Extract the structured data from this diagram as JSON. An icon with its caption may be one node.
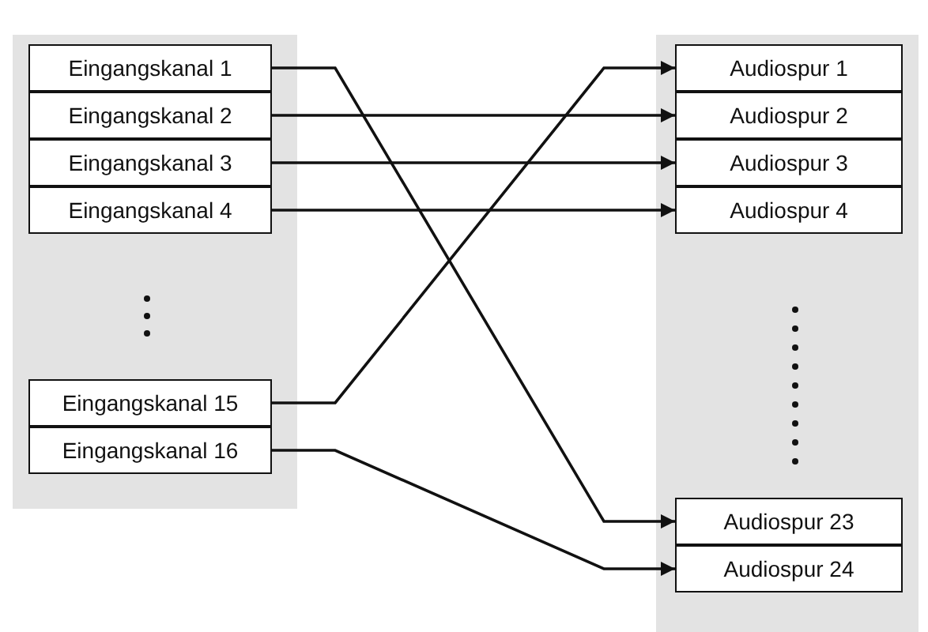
{
  "diagram": {
    "nodes": [
      {
        "text": [],
        "shape": "box"
      },
      {
        "text": [
          "Eingangskanal 1"
        ],
        "in": 0
      },
      {
        "text": [
          "Eingangskanal 2"
        ],
        "in": 0
      },
      {
        "text": [
          "Eingangskanal 3"
        ],
        "in": 0
      },
      {
        "text": [
          "Eingangskanal 4"
        ],
        "in": 0
      },
      {
        "text": [
          "Eingangskanal 15"
        ],
        "in": 0
      },
      {
        "text": [
          "Eingangskanal 16"
        ],
        "in": 0
      },
      {
        "text": [],
        "shape": "box"
      },
      {
        "text": [
          "Audiospur 1"
        ],
        "in": 7
      },
      {
        "text": [
          "Audiospur 2"
        ],
        "in": 7
      },
      {
        "text": [
          "Audiospur 3"
        ],
        "in": 7
      },
      {
        "text": [
          "Audiospur 4"
        ],
        "in": 7
      },
      {
        "text": [
          "Audiospur 23"
        ],
        "in": 7
      },
      {
        "text": [
          "Audiospur 24"
        ],
        "in": 7
      }
    ],
    "edges": [
      {
        "from": 1,
        "to": 12,
        "arrow": "to"
      },
      {
        "from": 2,
        "to": 9,
        "arrow": "to"
      },
      {
        "from": 3,
        "to": 10,
        "arrow": "to"
      },
      {
        "from": 4,
        "to": 11,
        "arrow": "to"
      },
      {
        "from": 5,
        "to": 8,
        "arrow": "to"
      },
      {
        "from": 6,
        "to": 13,
        "arrow": "to"
      }
    ]
  }
}
